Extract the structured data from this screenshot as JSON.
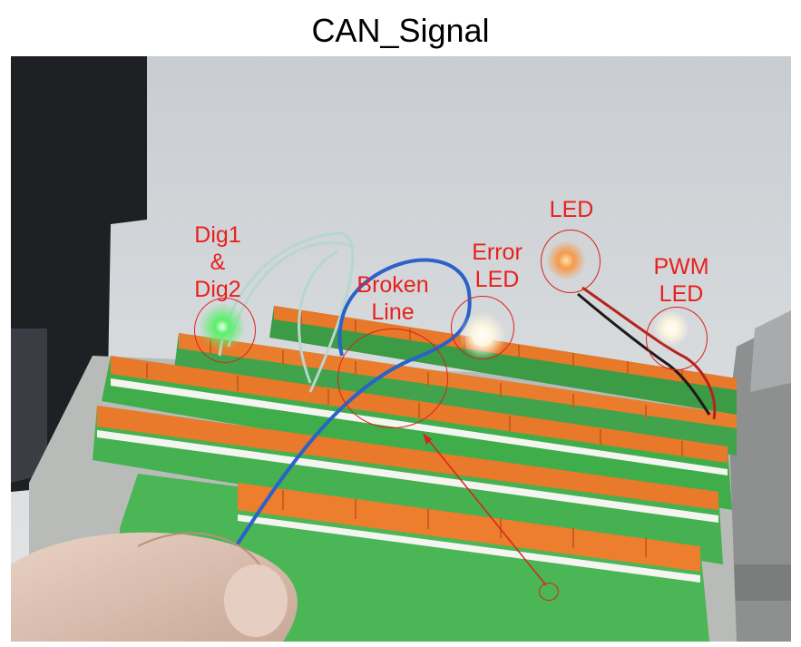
{
  "title": "CAN_Signal",
  "annotations": {
    "dig": "Dig1\n&\nDig2",
    "broken": "Broken\nLine",
    "error": "Error\nLED",
    "led": "LED",
    "pwm": "PWM\nLED"
  },
  "colors": {
    "annotation": "#e8201c",
    "terminal_green": "#3fae4a",
    "lever_orange": "#e8782a",
    "wire_blue": "#2a62c9"
  }
}
